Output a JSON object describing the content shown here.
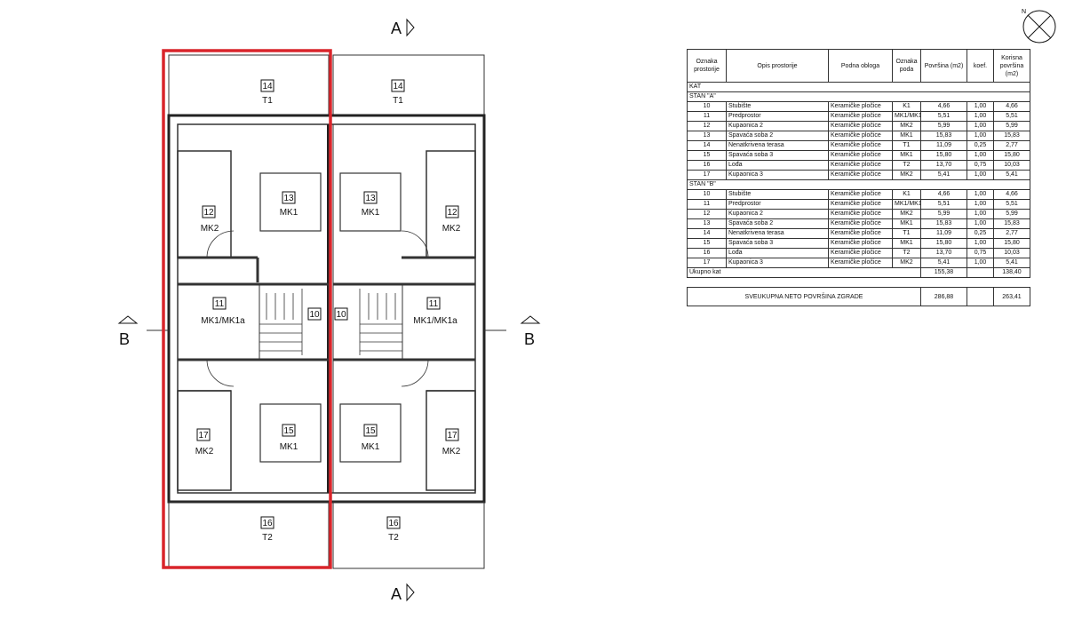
{
  "plan": {
    "section_a": "A",
    "section_b": "B",
    "rooms": [
      {
        "num": "14",
        "code": "T1"
      },
      {
        "num": "13",
        "code": "MK1"
      },
      {
        "num": "12",
        "code": "MK2"
      },
      {
        "num": "11",
        "code": "MK1/MK1a"
      },
      {
        "num": "10",
        "code": ""
      },
      {
        "num": "15",
        "code": "MK1"
      },
      {
        "num": "17",
        "code": "MK2"
      },
      {
        "num": "16",
        "code": "T2"
      }
    ],
    "highlight_color": "#d9252b"
  },
  "table": {
    "headers": [
      "Oznaka prostorije",
      "Opis prostorije",
      "Podna obloga",
      "Oznaka poda",
      "Površina (m2)",
      "koef.",
      "Korisna površina (m2)"
    ],
    "floor_label": "KAT",
    "sections": [
      {
        "title": "STAN \"A\"",
        "rows": [
          [
            "10",
            "Stubište",
            "Keramičke pločice",
            "K1",
            "4,66",
            "1,00",
            "4,66"
          ],
          [
            "11",
            "Predprostor",
            "Keramičke pločice",
            "MK1/MK1a",
            "5,51",
            "1,00",
            "5,51"
          ],
          [
            "12",
            "Kupaonica 2",
            "Keramičke pločice",
            "MK2",
            "5,99",
            "1,00",
            "5,99"
          ],
          [
            "13",
            "Spavaća soba 2",
            "Keramičke pločice",
            "MK1",
            "15,83",
            "1,00",
            "15,83"
          ],
          [
            "14",
            "Nenatkrivena terasa",
            "Keramičke pločice",
            "T1",
            "11,09",
            "0,25",
            "2,77"
          ],
          [
            "15",
            "Spavaća soba 3",
            "Keramičke pločice",
            "MK1",
            "15,80",
            "1,00",
            "15,80"
          ],
          [
            "16",
            "Lođa",
            "Keramičke pločice",
            "T2",
            "13,70",
            "0,75",
            "10,03"
          ],
          [
            "17",
            "Kupaonica 3",
            "Keramičke pločice",
            "MK2",
            "5,41",
            "1,00",
            "5,41"
          ]
        ]
      },
      {
        "title": "STAN \"B\"",
        "rows": [
          [
            "10",
            "Stubište",
            "Keramičke pločice",
            "K1",
            "4,66",
            "1,00",
            "4,66"
          ],
          [
            "11",
            "Predprostor",
            "Keramičke pločice",
            "MK1/MK1a",
            "5,51",
            "1,00",
            "5,51"
          ],
          [
            "12",
            "Kupaonica 2",
            "Keramičke pločice",
            "MK2",
            "5,99",
            "1,00",
            "5,99"
          ],
          [
            "13",
            "Spavaća soba 2",
            "Keramičke pločice",
            "MK1",
            "15,83",
            "1,00",
            "15,83"
          ],
          [
            "14",
            "Nenatkrivena terasa",
            "Keramičke pločice",
            "T1",
            "11,09",
            "0,25",
            "2,77"
          ],
          [
            "15",
            "Spavaća soba 3",
            "Keramičke pločice",
            "MK1",
            "15,80",
            "1,00",
            "15,80"
          ],
          [
            "16",
            "Lođa",
            "Keramičke pločice",
            "T2",
            "13,70",
            "0,75",
            "10,03"
          ],
          [
            "17",
            "Kupaonica 3",
            "Keramičke pločice",
            "MK2",
            "5,41",
            "1,00",
            "5,41"
          ]
        ]
      }
    ],
    "total_label": "Ukupno kat",
    "total_area": "155,38",
    "total_useful": "138,40",
    "grand_label": "SVEUKUPNA NETO POVRŠINA ZGRADE",
    "grand_area": "286,88",
    "grand_useful": "263,41"
  }
}
